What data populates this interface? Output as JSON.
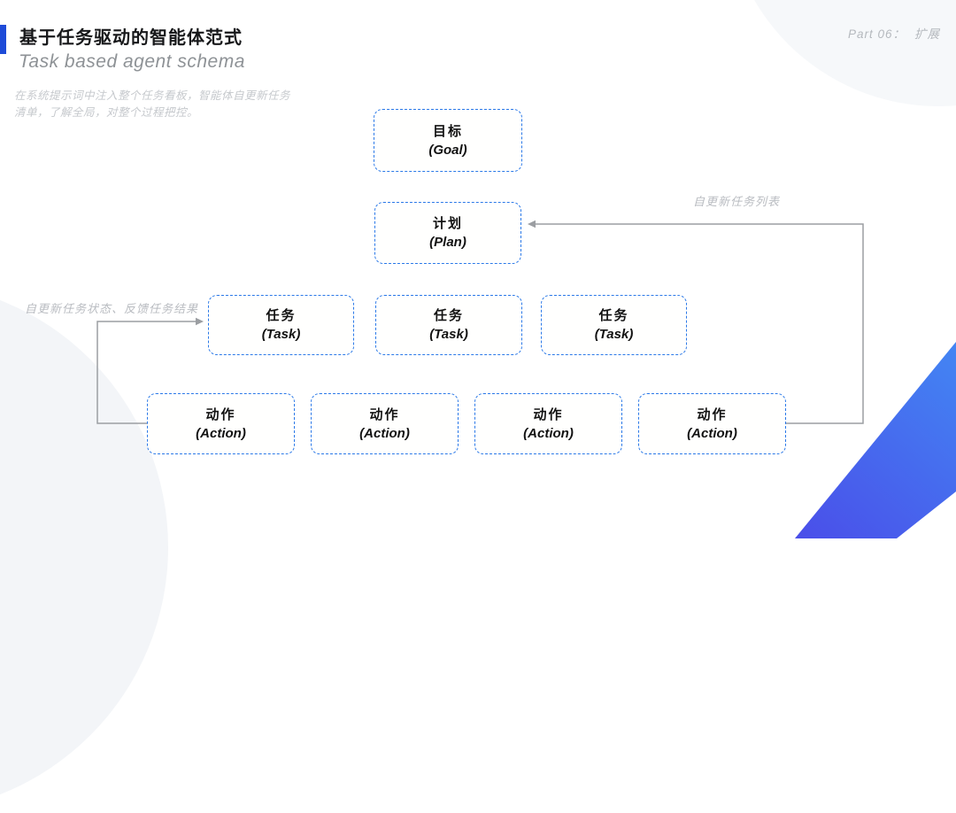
{
  "slide": {
    "part_label": "Part 06：",
    "part_name": "扩展",
    "title": "基于任务驱动的智能体范式",
    "subtitle": "Task based agent schema",
    "description": "在系统提示词中注入整个任务看板，智能体自更新任务清单，了解全局，对整个过程把控。"
  },
  "diagram": {
    "nodes": [
      {
        "id": "goal",
        "zh": "目标",
        "en": "(Goal)"
      },
      {
        "id": "plan",
        "zh": "计划",
        "en": "(Plan)"
      },
      {
        "id": "task-1",
        "zh": "任务",
        "en": "(Task)"
      },
      {
        "id": "task-2",
        "zh": "任务",
        "en": "(Task)"
      },
      {
        "id": "task-3",
        "zh": "任务",
        "en": "(Task)"
      },
      {
        "id": "action-1",
        "zh": "动作",
        "en": "(Action)"
      },
      {
        "id": "action-2",
        "zh": "动作",
        "en": "(Action)"
      },
      {
        "id": "action-3",
        "zh": "动作",
        "en": "(Action)"
      },
      {
        "id": "action-4",
        "zh": "动作",
        "en": "(Action)"
      }
    ],
    "edges": [
      {
        "id": "feedback-to-plan",
        "from": "action-4",
        "to": "plan",
        "label": "自更新任务列表"
      },
      {
        "id": "feedback-to-task",
        "from": "action-1",
        "to": "task-1",
        "label": "自更新任务状态、反馈任务结果"
      }
    ]
  },
  "colors": {
    "accent_bar": "#1e4bd8",
    "box_border": "#2b79e8",
    "box_text": "#121212",
    "arrow": "#9b9ea2",
    "muted_label": "#b9bcc1",
    "subtitle_gray": "#8e9296",
    "description_gray": "#c6c9cd",
    "ribbon_gradient_start": "#4a4ee9",
    "ribbon_gradient_end": "#4385f3",
    "background_circle": "#f3f5f8"
  }
}
